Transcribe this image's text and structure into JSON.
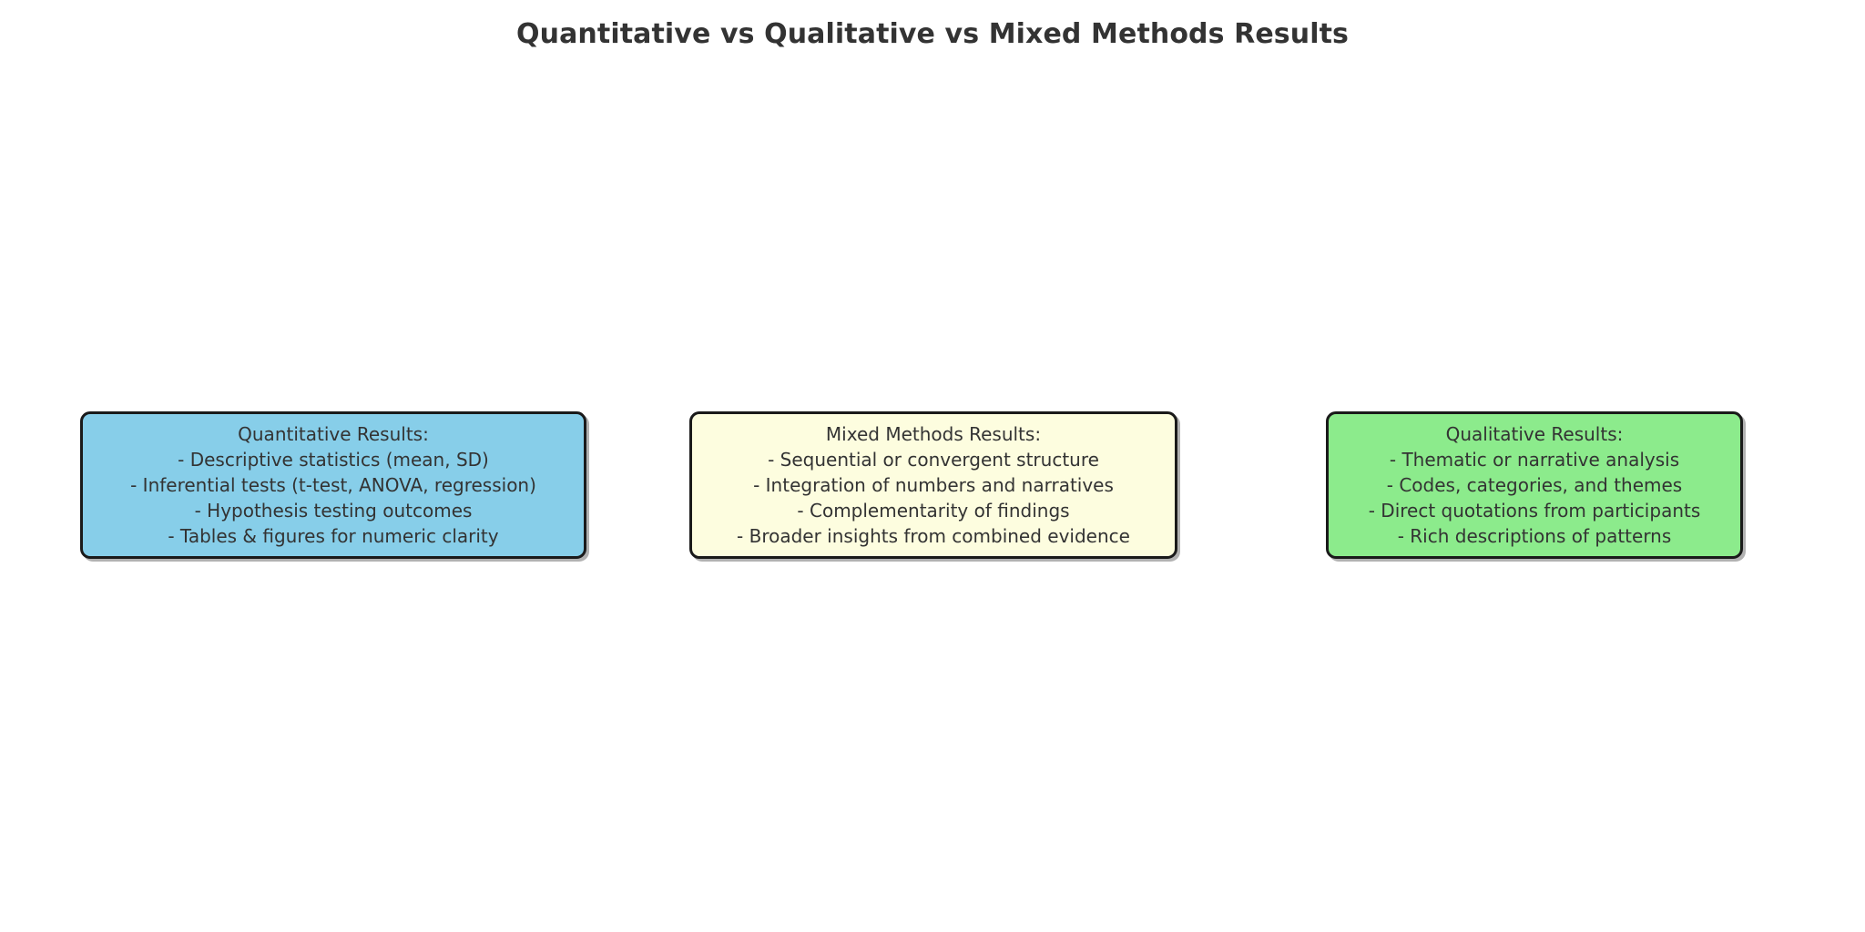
{
  "figure": {
    "title": "Quantitative vs Qualitative vs Mixed Methods Results",
    "background_color": "#ffffff",
    "title_color": "#333333",
    "text_color": "#333333",
    "border_color": "#1a1a1a"
  },
  "boxes": [
    {
      "id": "quantitative",
      "heading": "Quantitative Results:",
      "fill_color": "#87CEEB",
      "lines": [
        "Quantitative Results:",
        "- Descriptive statistics (mean, SD)",
        "- Inferential tests (t-test, ANOVA, regression)",
        "- Hypothesis testing outcomes",
        "- Tables & figures for numeric clarity"
      ]
    },
    {
      "id": "mixed",
      "heading": "Mixed Methods Results:",
      "fill_color": "#FFFFE0",
      "lines": [
        "Mixed Methods Results:",
        "- Sequential or convergent structure",
        "- Integration of numbers and narratives",
        "- Complementarity of findings",
        "- Broader insights from combined evidence"
      ]
    },
    {
      "id": "qualitative",
      "heading": "Qualitative Results:",
      "fill_color": "#90EE90",
      "lines": [
        "Qualitative Results:",
        "- Thematic or narrative analysis",
        "- Codes, categories, and themes",
        "- Direct quotations from participants",
        "- Rich descriptions of patterns"
      ]
    }
  ]
}
